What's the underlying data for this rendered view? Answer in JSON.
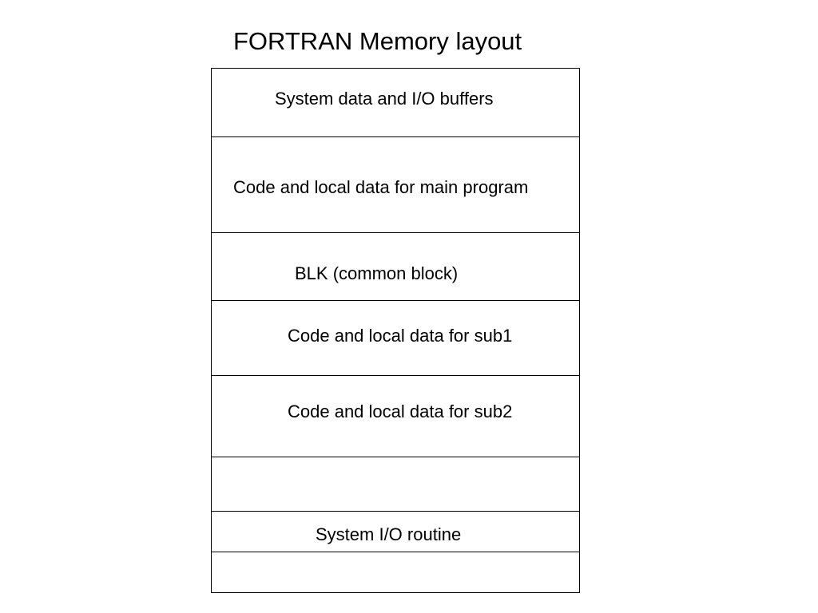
{
  "title": "FORTRAN Memory layout",
  "segments": [
    {
      "label": "System data and I/O buffers"
    },
    {
      "label": "Code and local data for main program"
    },
    {
      "label": "BLK (common block)"
    },
    {
      "label": "Code and local data for sub1"
    },
    {
      "label": "Code and local data for sub2"
    },
    {
      "label": ""
    },
    {
      "label": "System I/O routine"
    },
    {
      "label": ""
    }
  ]
}
